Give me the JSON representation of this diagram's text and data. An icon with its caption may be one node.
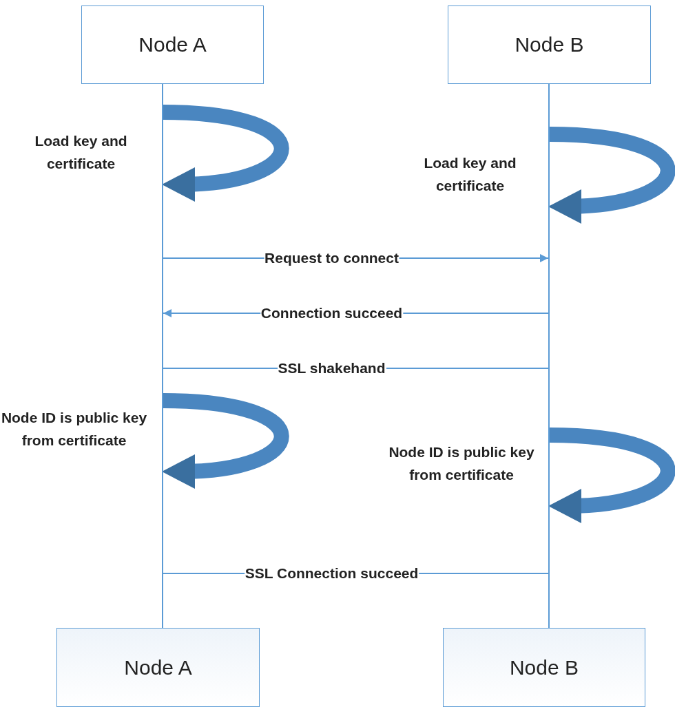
{
  "diagram": {
    "nodes": [
      {
        "text": [
          "Node A"
        ]
      },
      {
        "text": [
          "Node B"
        ]
      },
      {
        "text": [],
        "shape": "bar"
      },
      {
        "text": [],
        "shape": "bar"
      },
      {
        "text": [
          "Node A"
        ]
      },
      {
        "text": [
          "Node B"
        ]
      }
    ],
    "edges": [
      {
        "from": 2,
        "to": 2,
        "arrow": "to",
        "label": "Load key and certificate",
        "style": "thick"
      },
      {
        "from": 3,
        "to": 3,
        "arrow": "to",
        "label": "Load key and certificate",
        "style": "thick"
      },
      {
        "from": 2,
        "to": 3,
        "arrow": "to",
        "label": "Request to connect"
      },
      {
        "from": 3,
        "to": 2,
        "arrow": "to",
        "label": "Connection succeed"
      },
      {
        "from": 2,
        "to": 3,
        "arrow": "none",
        "label": "SSL shakehand"
      },
      {
        "from": 2,
        "to": 2,
        "arrow": "to",
        "label": "Node ID is public key from certificate",
        "style": "thick"
      },
      {
        "from": 3,
        "to": 3,
        "arrow": "to",
        "label": "Node ID is public key from certificate",
        "style": "thick"
      },
      {
        "from": 2,
        "to": 3,
        "arrow": "none",
        "label": "SSL Connection succeed"
      }
    ]
  }
}
